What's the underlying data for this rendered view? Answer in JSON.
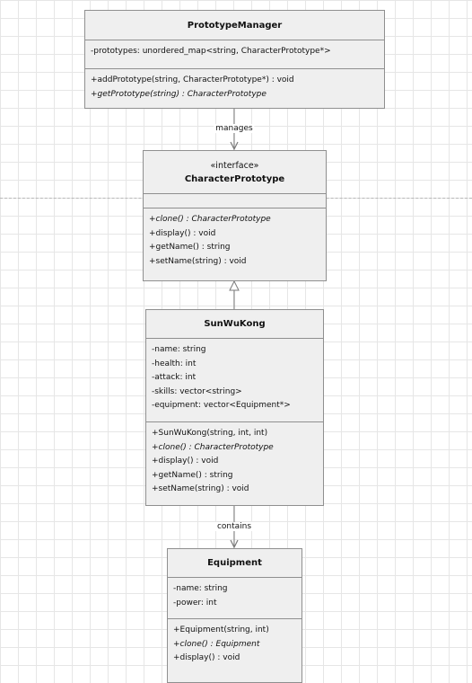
{
  "classes": {
    "prototype_manager": {
      "name": "PrototypeManager",
      "attributes": [
        "-prototypes: unordered_map<string, CharacterPrototype*>"
      ],
      "methods": [
        {
          "text": "+addPrototype(string, CharacterPrototype*) : void",
          "italic": false
        },
        {
          "text": "+getPrototype(string) : CharacterPrototype",
          "italic": true
        }
      ]
    },
    "character_prototype": {
      "stereotype": "«interface»",
      "name": "CharacterPrototype",
      "attributes": [],
      "methods": [
        {
          "text": "+clone() : CharacterPrototype",
          "italic": true
        },
        {
          "text": "+display() : void",
          "italic": false
        },
        {
          "text": "+getName() : string",
          "italic": false
        },
        {
          "text": "+setName(string) : void",
          "italic": false
        }
      ]
    },
    "sun_wukong": {
      "name": "SunWuKong",
      "attributes": [
        "-name: string",
        "-health: int",
        "-attack: int",
        "-skills: vector<string>",
        "-equipment: vector<Equipment*>"
      ],
      "methods": [
        {
          "text": "+SunWuKong(string, int, int)",
          "italic": false
        },
        {
          "text": "+clone() : CharacterPrototype",
          "italic": true
        },
        {
          "text": "+display() : void",
          "italic": false
        },
        {
          "text": "+getName() : string",
          "italic": false
        },
        {
          "text": "+setName(string) : void",
          "italic": false
        }
      ]
    },
    "equipment": {
      "name": "Equipment",
      "attributes": [
        "-name: string",
        "-power: int"
      ],
      "methods": [
        {
          "text": "+Equipment(string, int)",
          "italic": false
        },
        {
          "text": "+clone() : Equipment",
          "italic": true
        },
        {
          "text": "+display() : void",
          "italic": false
        }
      ]
    }
  },
  "relations": {
    "manages": "manages",
    "realizes": "",
    "contains": "contains"
  },
  "colors": {
    "box_fill": "#efefef",
    "box_border": "#8f8f8f",
    "line": "#7a7a7a"
  }
}
